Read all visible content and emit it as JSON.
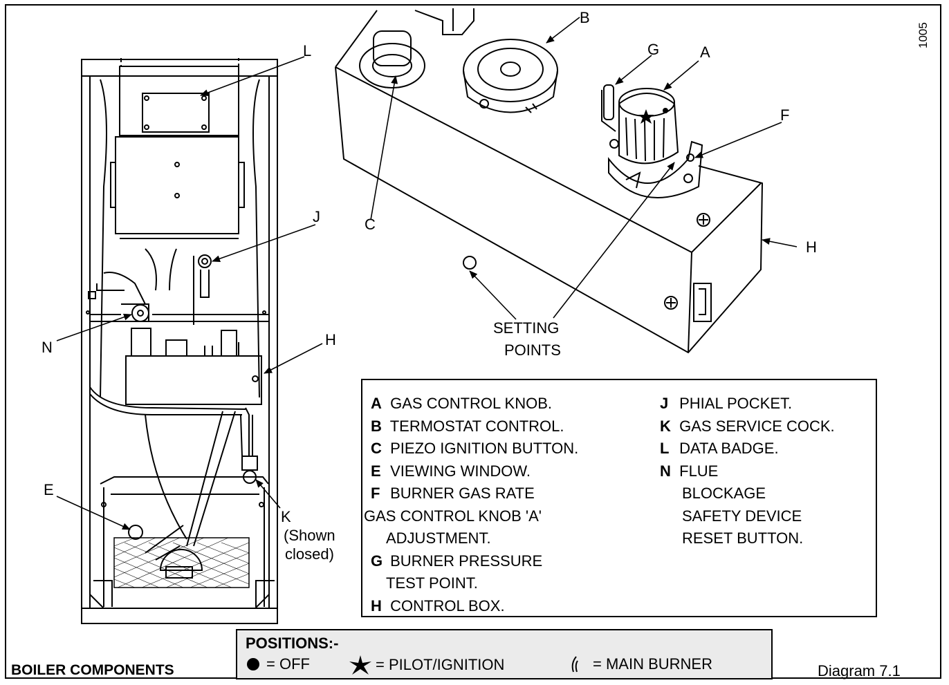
{
  "diagram": {
    "code": "1005",
    "callouts": {
      "A": "A",
      "B": "B",
      "C": "C",
      "E": "E",
      "F": "F",
      "G": "G",
      "H_top": "H",
      "H_left": "H",
      "J": "J",
      "K": "K",
      "K_note_1": "(Shown",
      "K_note_2": "closed)",
      "L": "L",
      "N": "N",
      "setting_points_1": "SETTING",
      "setting_points_2": "POINTS"
    },
    "legend": {
      "col1": [
        {
          "key": "A",
          "text": "GAS CONTROL KNOB."
        },
        {
          "key": "B",
          "text": "TERMOSTAT CONTROL."
        },
        {
          "key": "C",
          "text": "PIEZO IGNITION BUTTON."
        },
        {
          "key": "E",
          "text": "VIEWING WINDOW."
        },
        {
          "key": "F",
          "text": "BURNER GAS RATE"
        },
        {
          "key": "",
          "text": "GAS CONTROL KNOB 'A'"
        },
        {
          "key": "",
          "text": "ADJUSTMENT."
        },
        {
          "key": "G",
          "text": "BURNER PRESSURE"
        },
        {
          "key": "",
          "text": "TEST POINT."
        },
        {
          "key": "H",
          "text": "CONTROL BOX."
        }
      ],
      "col2": [
        {
          "key": "J",
          "text": "PHIAL POCKET."
        },
        {
          "key": "K",
          "text": "GAS SERVICE COCK."
        },
        {
          "key": "L",
          "text": "DATA BADGE."
        },
        {
          "key": "N",
          "text": "FLUE"
        },
        {
          "key": "",
          "text": "BLOCKAGE"
        },
        {
          "key": "",
          "text": "SAFETY DEVICE"
        },
        {
          "key": "",
          "text": "RESET BUTTON."
        }
      ]
    },
    "positions": {
      "title": "POSITIONS:-",
      "off": "= OFF",
      "pilot": "= PILOT/IGNITION",
      "main": "= MAIN BURNER"
    },
    "footer": {
      "title": "BOILER COMPONENTS",
      "diagram_no": "Diagram 7.1"
    }
  }
}
